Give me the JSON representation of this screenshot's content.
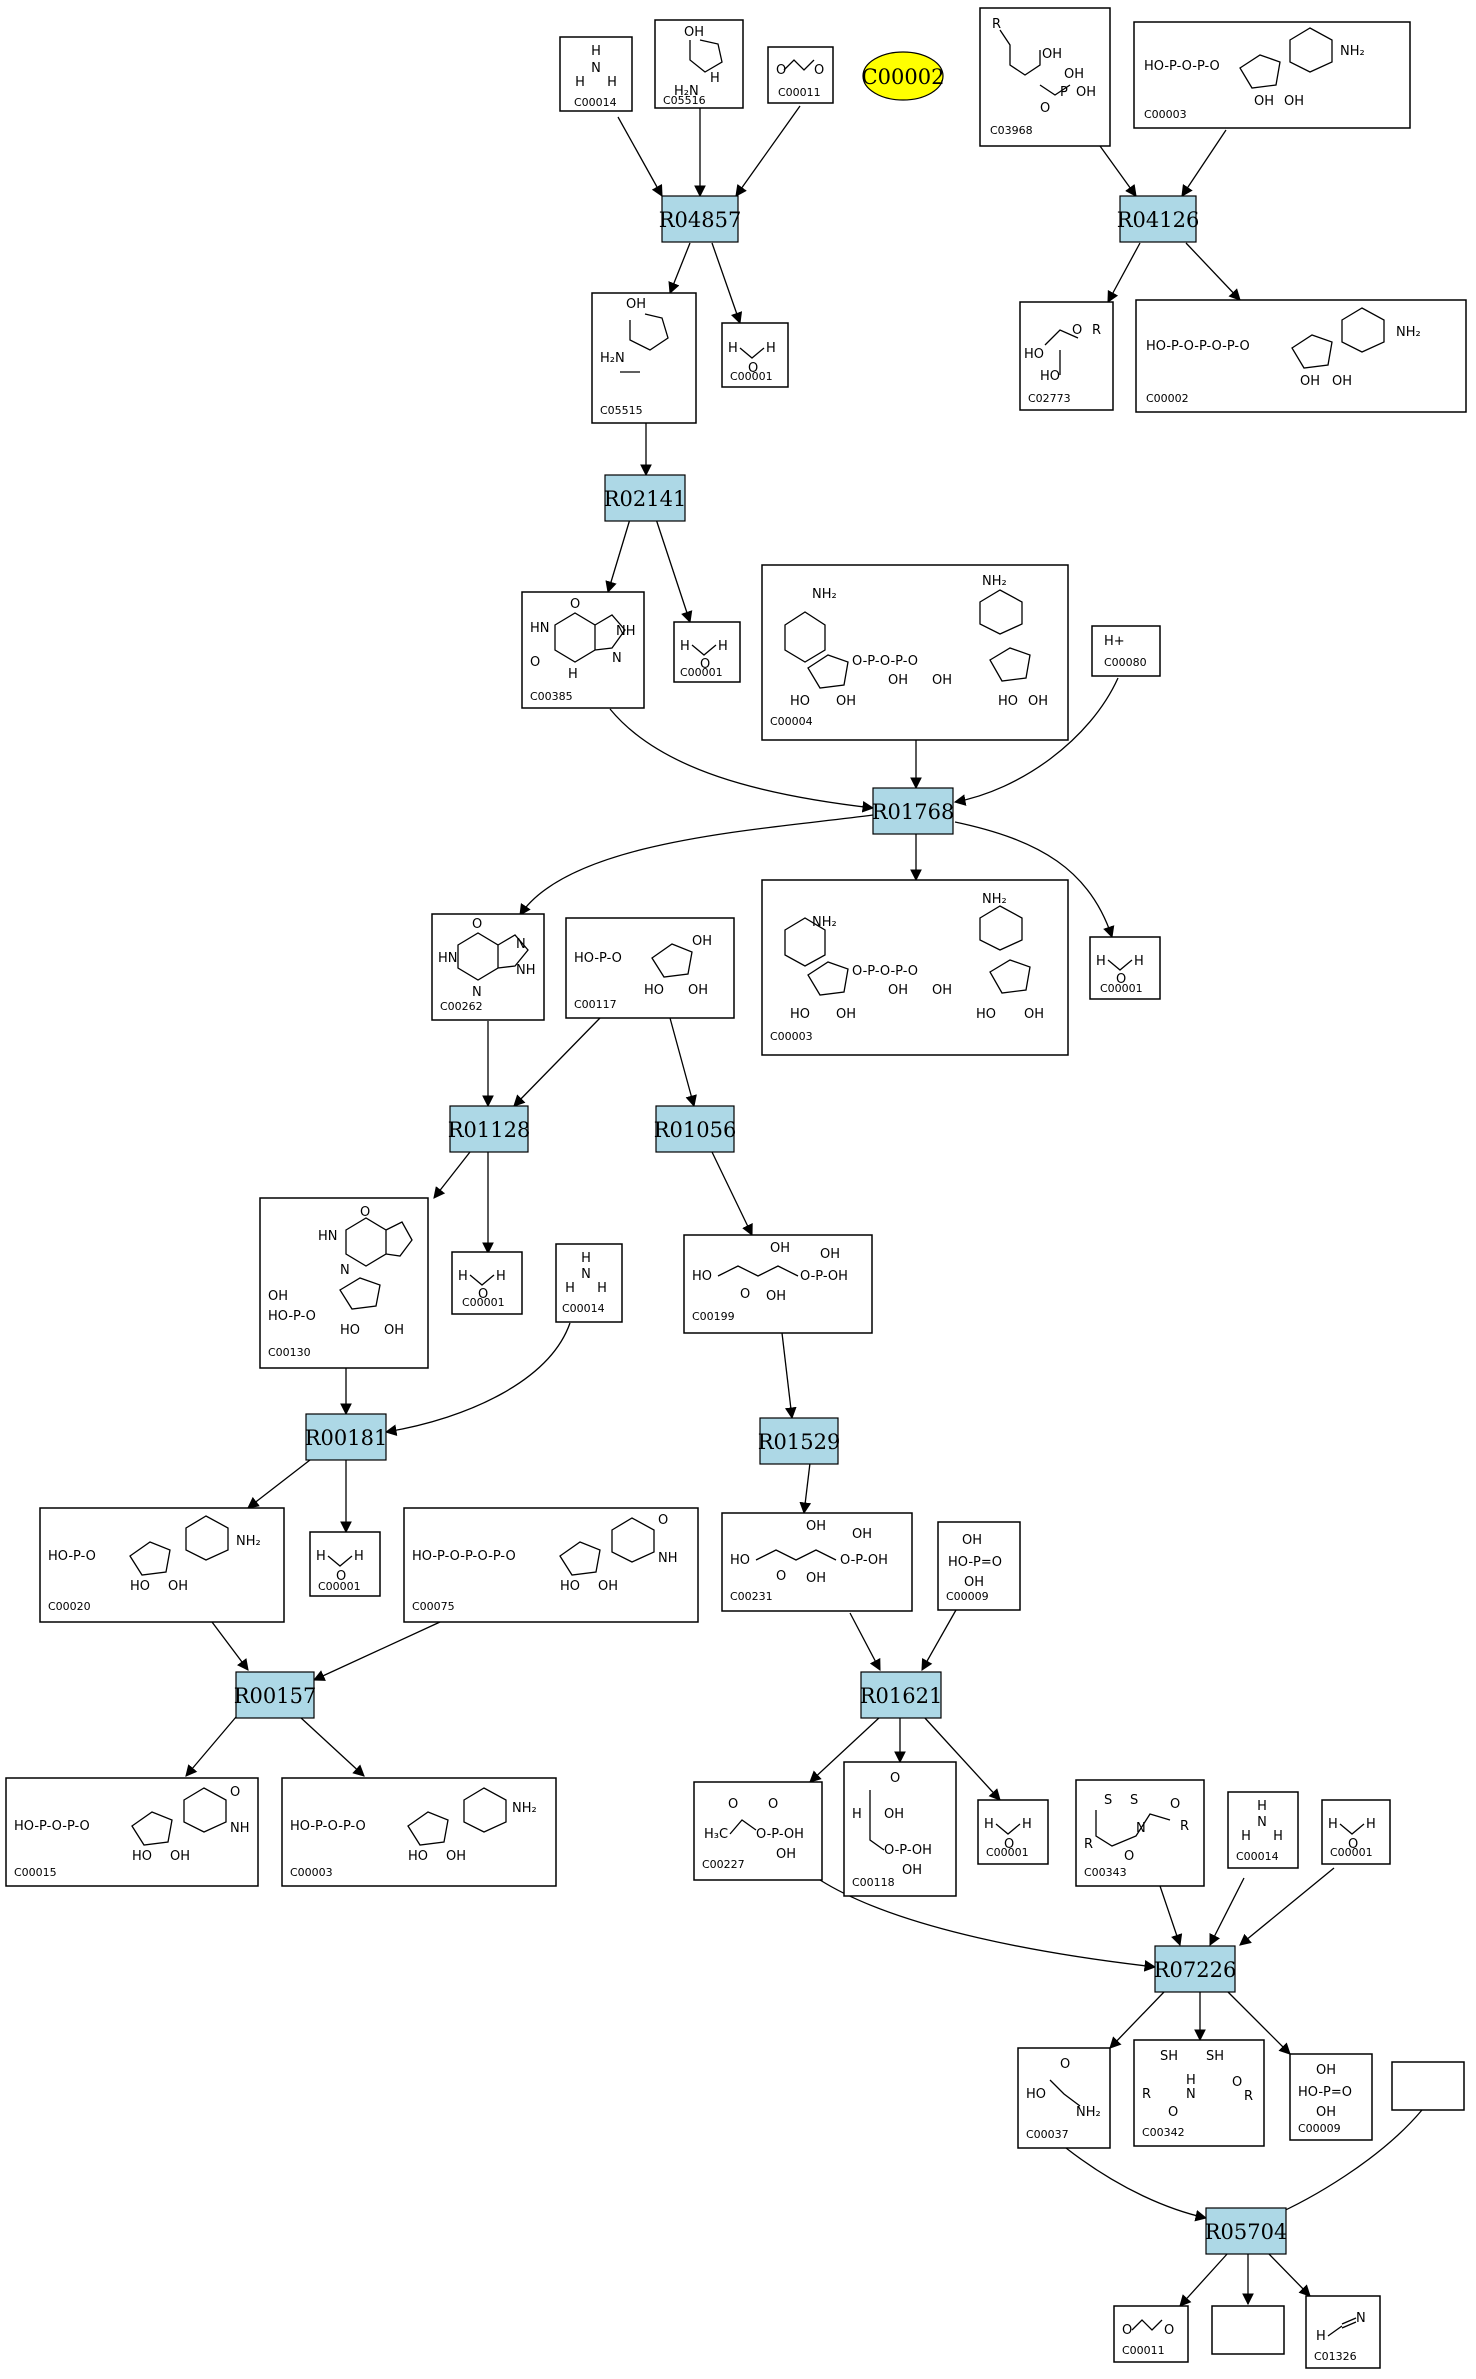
{
  "highlight_node": "C00002",
  "reactions": {
    "R04857": "R04857",
    "R04126": "R04126",
    "R02141": "R02141",
    "R01768": "R01768",
    "R01128": "R01128",
    "R01056": "R01056",
    "R00181": "R00181",
    "R01529": "R01529",
    "R00157": "R00157",
    "R01621": "R01621",
    "R07226": "R07226",
    "R05704": "R05704"
  },
  "compounds": {
    "c00014_a": "C00014",
    "c05516": "C05516",
    "c00011_a": "C00011",
    "c03968": "C03968",
    "c00003_a": "C00003",
    "c05515": "C05515",
    "c00001_a": "C00001",
    "c02773": "C02773",
    "c00002": "C00002",
    "c00385": "C00385",
    "c00001_b": "C00001",
    "c00004": "C00004",
    "c00080": "C00080",
    "c00080_text": "H+",
    "c00262": "C00262",
    "c00117": "C00117",
    "c00003_b": "C00003",
    "c00001_c": "C00001",
    "c00130": "C00130",
    "c00001_d": "C00001",
    "c00014_b": "C00014",
    "c00199": "C00199",
    "c00020": "C00020",
    "c00001_e": "C00001",
    "c00075": "C00075",
    "c00231": "C00231",
    "c00009_a": "C00009",
    "c00015": "C00015",
    "c00003_c": "C00003",
    "c00227": "C00227",
    "c00118": "C00118",
    "c00001_f": "C00001",
    "c00343": "C00343",
    "c00014_c": "C00014",
    "c00001_g": "C00001",
    "c00037": "C00037",
    "c00342": "C00342",
    "c00009_b": "C00009",
    "c00011_b": "C00011",
    "c01326": "C01326"
  },
  "colors": {
    "reaction_fill": "#add8e6",
    "highlight_fill": "#ffff00",
    "edge": "#000000"
  }
}
